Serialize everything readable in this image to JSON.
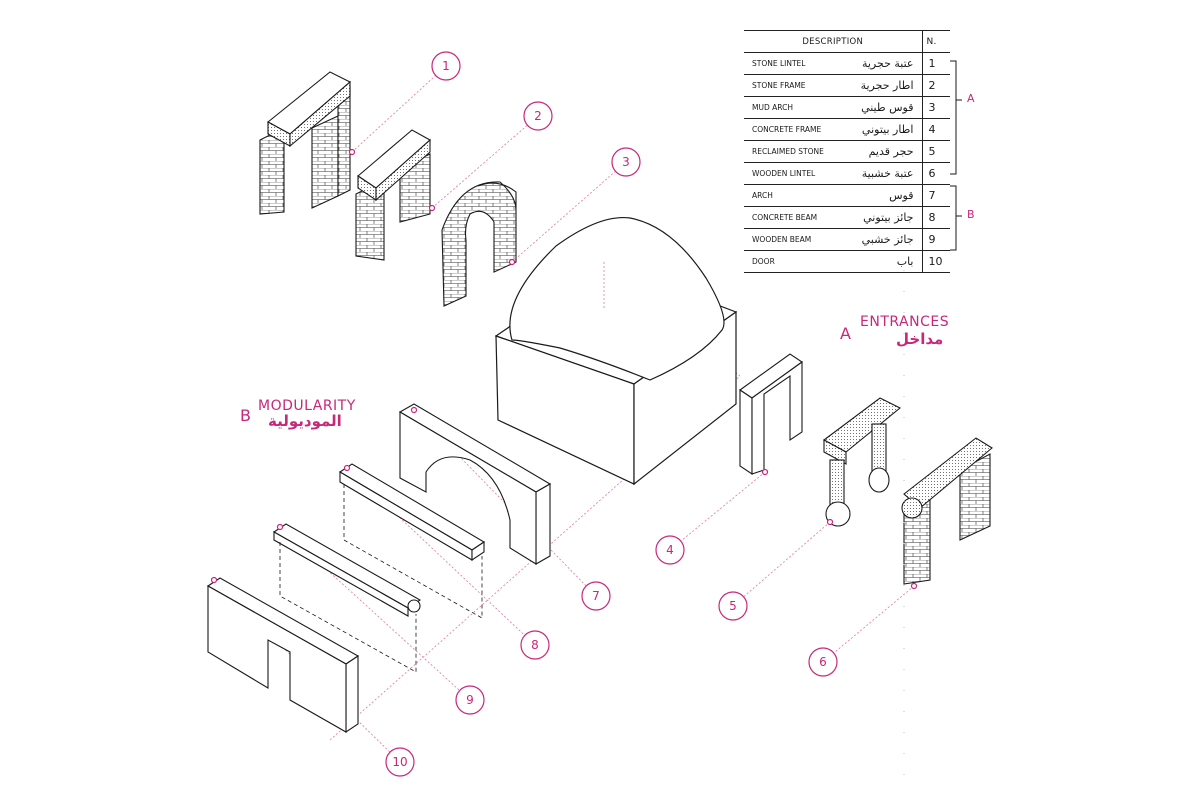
{
  "legend": {
    "header_description": "DESCRIPTION",
    "header_number": "N.",
    "rows": [
      {
        "en": "STONE LINTEL",
        "ar": "عتبة حجرية",
        "n": "1"
      },
      {
        "en": "STONE FRAME",
        "ar": "اطار حجرية",
        "n": "2"
      },
      {
        "en": "MUD ARCH",
        "ar": "قوس طيني",
        "n": "3"
      },
      {
        "en": "CONCRETE FRAME",
        "ar": "اطار بيتوني",
        "n": "4"
      },
      {
        "en": "RECLAIMED STONE",
        "ar": "حجر قديم",
        "n": "5"
      },
      {
        "en": "WOODEN LINTEL",
        "ar": "عتبة خشبية",
        "n": "6"
      },
      {
        "en": "ARCH",
        "ar": "قوس",
        "n": "7"
      },
      {
        "en": "CONCRETE BEAM",
        "ar": "جائز بيتوني",
        "n": "8"
      },
      {
        "en": "WOODEN BEAM",
        "ar": "جائز خشبي",
        "n": "9"
      },
      {
        "en": "DOOR",
        "ar": "باب",
        "n": "10"
      }
    ],
    "group_a_letter": "A",
    "group_b_letter": "B"
  },
  "sections": {
    "entrances": {
      "letter": "A",
      "en": "ENTRANCES",
      "ar": "مداخل"
    },
    "modularity": {
      "letter": "B",
      "en": "MODULARITY",
      "ar": "الموديولية"
    }
  },
  "callouts": [
    "1",
    "2",
    "3",
    "4",
    "5",
    "6",
    "7",
    "8",
    "9",
    "10"
  ],
  "colors": {
    "accent": "#c8277a",
    "line": "#1a1a1a",
    "dash": "#e07aa8"
  }
}
